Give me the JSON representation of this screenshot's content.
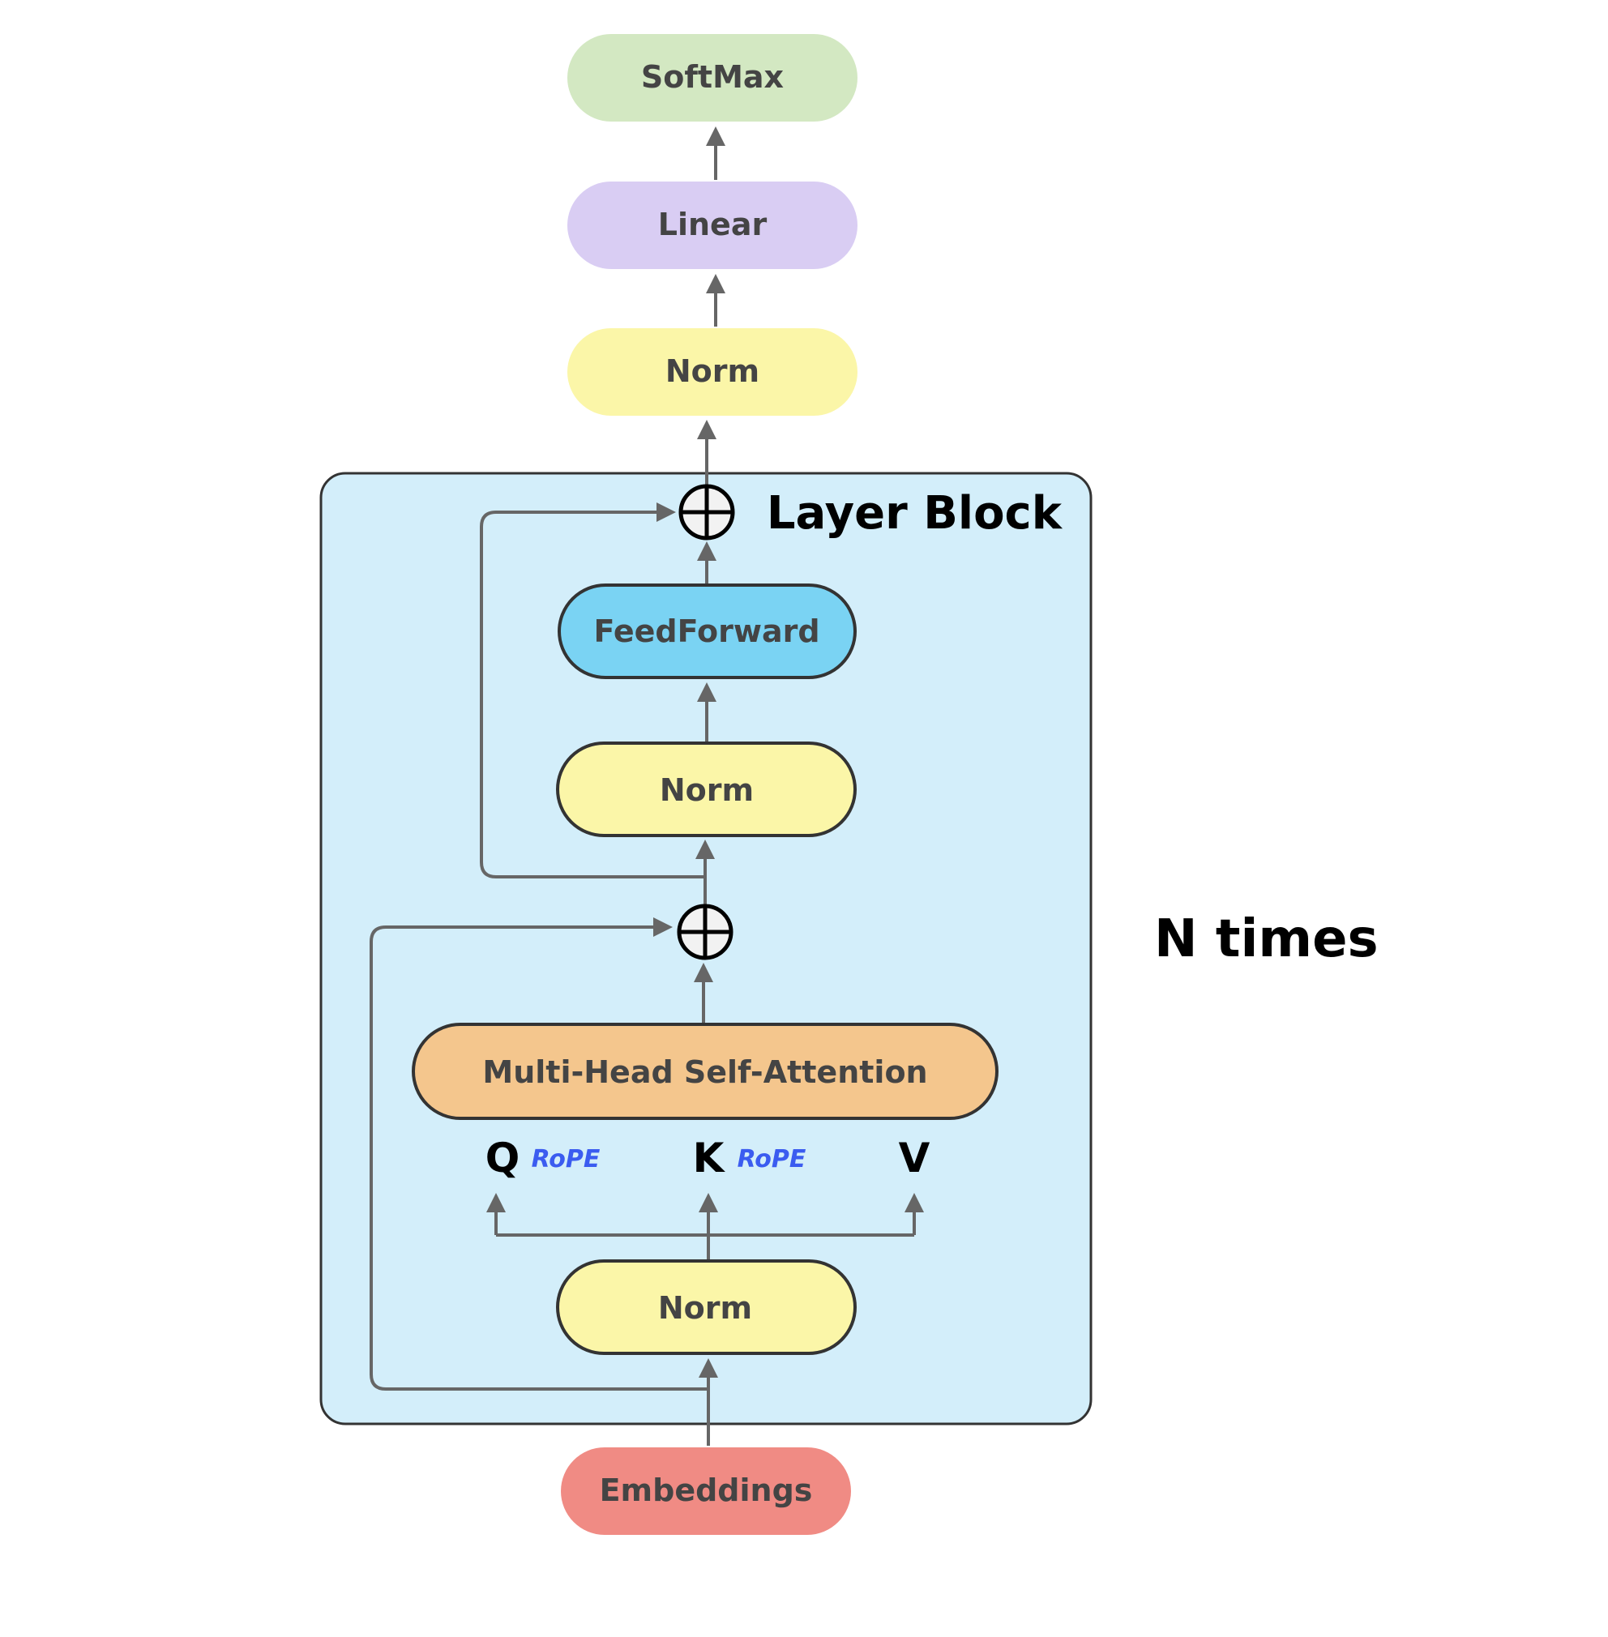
{
  "diagram": {
    "top": {
      "softmax": "SoftMax",
      "linear": "Linear",
      "final_norm": "Norm"
    },
    "layer_block": {
      "title": "Layer Block",
      "feedforward": "FeedForward",
      "ffn_norm": "Norm",
      "attention": "Multi-Head Self-Attention",
      "attn_norm": "Norm",
      "q": "Q",
      "k": "K",
      "v": "V",
      "rope_q": "RoPE",
      "rope_k": "RoPE"
    },
    "repeat_label": "N times",
    "input": "Embeddings"
  },
  "colors": {
    "softmax": "#d3e8c2",
    "linear": "#d9cdf3",
    "norm": "#fbf6a8",
    "block_background": "#d3eefa",
    "feedforward": "#7ad3f3",
    "attention": "#f4c68d",
    "embeddings": "#f08b84",
    "rope": "#3b5cf0",
    "arrow": "#666666"
  }
}
